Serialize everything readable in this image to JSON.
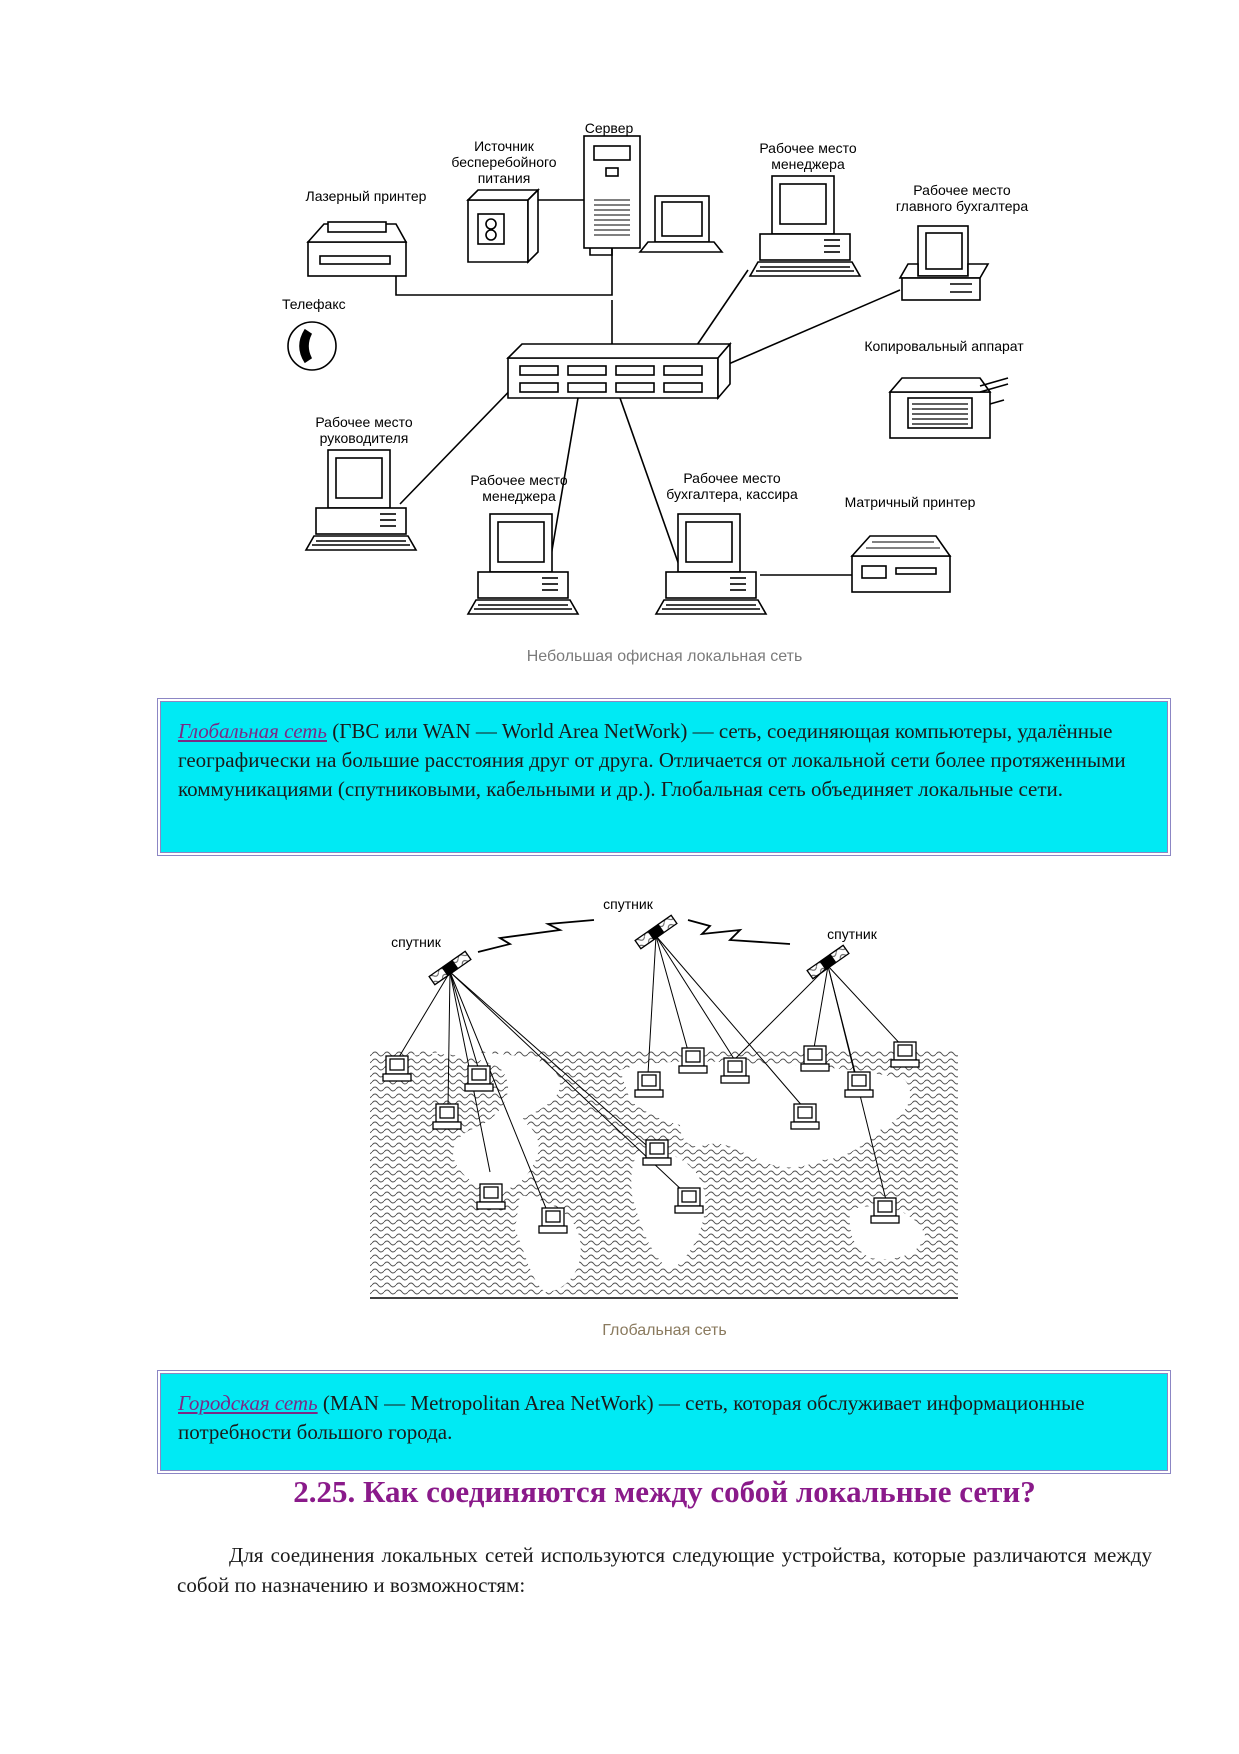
{
  "lan_figure": {
    "labels": {
      "server": "Сервер",
      "ups": "Источник\nбесперебойного\nпитания",
      "laser_printer": "Лазерный принтер",
      "telefax": "Телефакс",
      "manager_top": "Рабочее место\nменеджера",
      "chief_accountant": "Рабочее место\nглавного бухгалтера",
      "copier": "Копировальный аппарат",
      "director": "Рабочее место\nруководителя",
      "manager_bottom": "Рабочее место\nменеджера",
      "accountant_cashier": "Рабочее место\nбухгалтера, кассира",
      "matrix_printer": "Матричный принтер"
    },
    "caption": "Небольшая офисная локальная сеть"
  },
  "wan_definition": {
    "term": "Глобальная сеть",
    "text": " (ГВС или WAN — World Area NetWork) — сеть, соединяющая компьютеры, удалённые географически на большие расстояния друг от друга. Отличается от локальной сети более протяженными коммуникациями (спутниковыми, кабельными и др.). Глобальная сеть объединяет локальные сети."
  },
  "wan_figure": {
    "satellite_left": "спутник",
    "satellite_center": "спутник",
    "satellite_right": "спутник",
    "caption": "Глобальная сеть"
  },
  "man_definition": {
    "term": "Городская сеть",
    "text": " (MAN — Metropolitan Area NetWork) — сеть, которая обслуживает информационные потребности большого города."
  },
  "section": {
    "heading": "2.25. Как соединяются между собой локальные сети?",
    "paragraph": "Для соединения локальных сетей используются следующие устройства, которые различаются между собой по назначению и возможностям:"
  },
  "colors": {
    "definition_background": "#00eaf4",
    "definition_border": "#8c86c4",
    "term_color": "#7a2a86",
    "heading_color": "#8a1a8a"
  }
}
